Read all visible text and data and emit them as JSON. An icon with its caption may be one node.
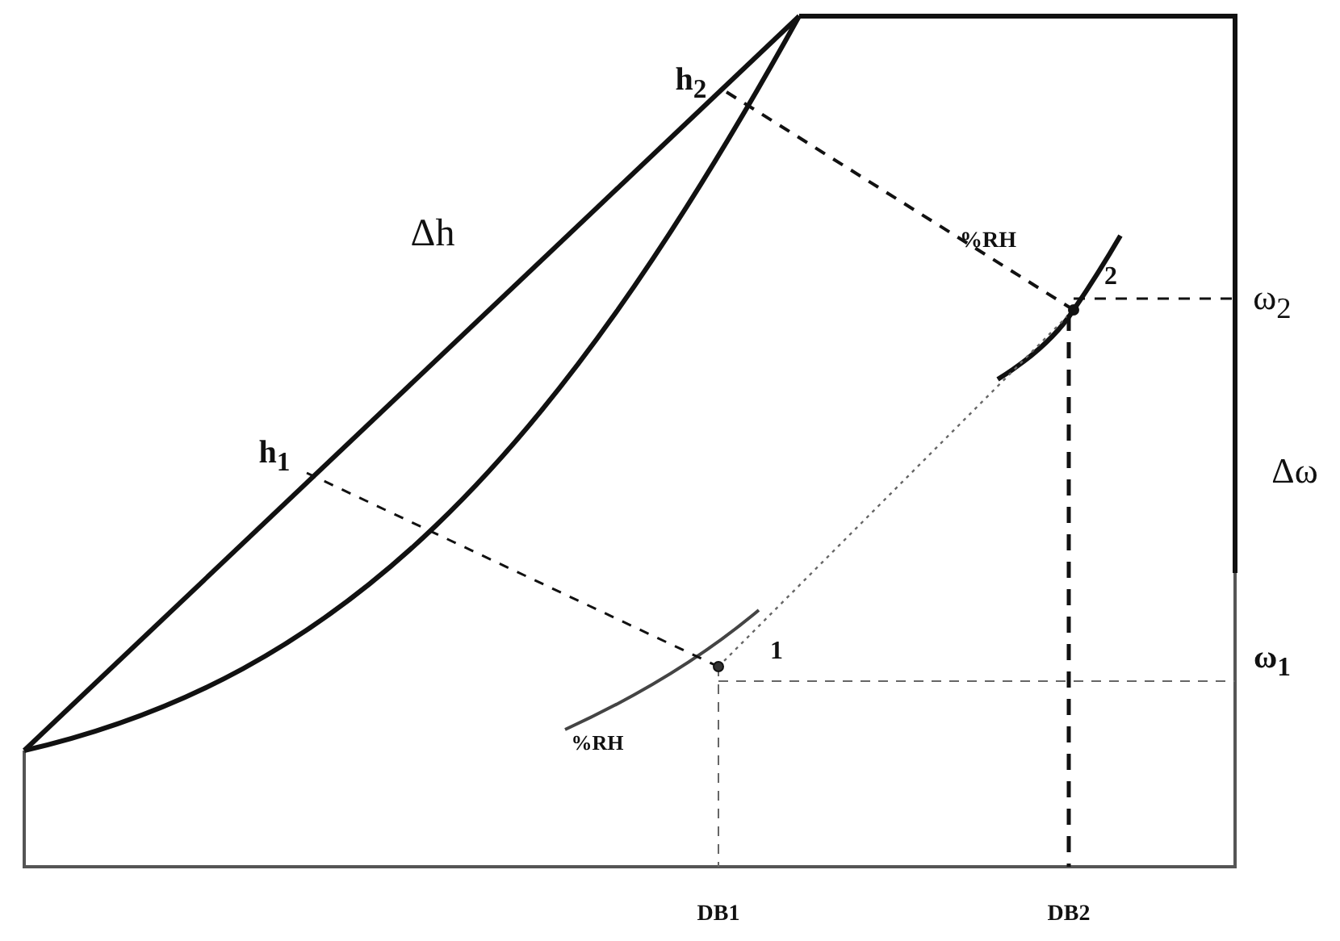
{
  "diagram": {
    "labels": [
      "h$_{2}$",
      "Δh",
      "h$_{1}$",
      "%RH",
      "2",
      "ω$_{2}$",
      "Δω",
      "ω$_{1}$",
      "1",
      "%RH",
      "DB1",
      "DB2"
    ]
  }
}
